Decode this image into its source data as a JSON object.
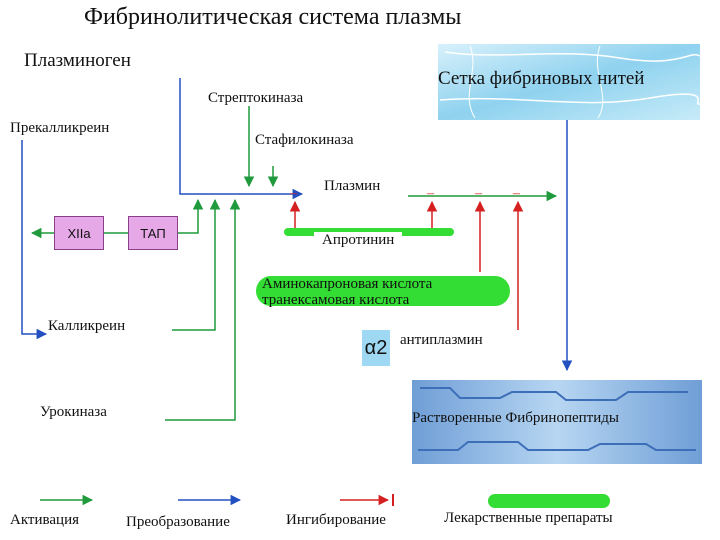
{
  "title": "Фибринолитическая система плазмы",
  "nodes": {
    "plasminogen": "Плазминоген",
    "streptokinase": "Стрептокиназа",
    "staphylokinase": "Стафилокиназа",
    "prekallikrein": "Прекалликреин",
    "plasmin": "Плазмин",
    "fibrin_mesh": "Сетка фибриновых нитей",
    "xiia": "XIIa",
    "tap": "ТАП",
    "aprotinin": "Апротинин",
    "aminocaproic": "Аминокапроновая кислота",
    "tranexamic": "транексамовая кислота",
    "alpha2_symbol": "α2",
    "antiplasmin": "антиплазмин",
    "kallikrein": "Калликреин",
    "urokinase": "Урокиназа",
    "fibrinopeptides": "Растворенные Фибринопептиды"
  },
  "inhibition_mark": "–",
  "legend": {
    "activation": "Активация",
    "conversion": "Преобразование",
    "inhibition": "Ингибирование",
    "drugs": "Лекарственные препараты"
  },
  "colors": {
    "activation": "#1f9a3c",
    "conversion": "#2250c0",
    "inhibition": "#d42020",
    "drug": "#33dd33",
    "factor_box": "#e6a8e6",
    "fibrin": "#9fd8f2"
  }
}
